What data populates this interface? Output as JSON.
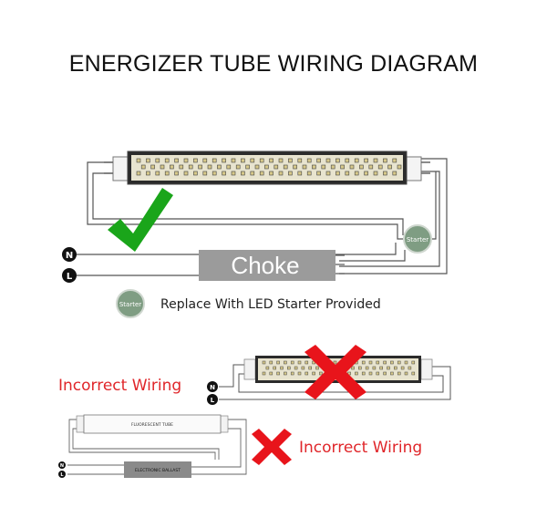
{
  "title": "ENERGIZER TUBE WIRING DIAGRAM",
  "main_diagram": {
    "choke_label": "Choke",
    "starter_label": "Starter",
    "terminal_n": "N",
    "terminal_l": "L",
    "correct_mark": "check-mark-icon"
  },
  "legend": {
    "starter_label": "Starter",
    "text": "Replace With LED Starter Provided"
  },
  "incorrect_1": {
    "label": "Incorrect Wiring",
    "terminal_n": "N",
    "terminal_l": "L"
  },
  "incorrect_2": {
    "label": "Incorrect Wiring",
    "tube_label": "FLUORESCENT TUBE",
    "ballast_label": "ELECTRONIC BALLAST",
    "terminal_n": "N",
    "terminal_l": "L"
  },
  "colors": {
    "check": "#1aa51a",
    "cross": "#e8141b",
    "incorrect_text": "#e0262a",
    "choke_fill": "#9b9b9b",
    "starter_fill": "#7f9d83"
  }
}
